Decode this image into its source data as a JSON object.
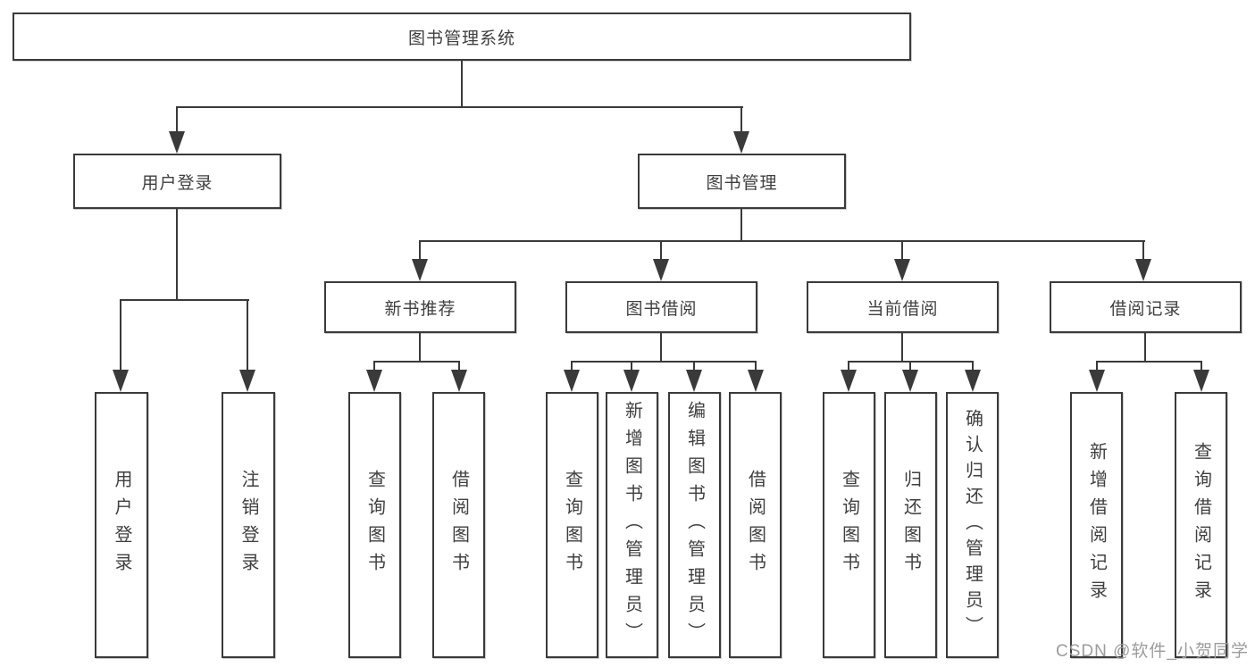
{
  "diagram": {
    "root": {
      "label": "图书管理系统"
    },
    "level2": [
      {
        "label": "用户登录"
      },
      {
        "label": "图书管理"
      }
    ],
    "level3": [
      {
        "label": "新书推荐"
      },
      {
        "label": "图书借阅"
      },
      {
        "label": "当前借阅"
      },
      {
        "label": "借阅记录"
      }
    ],
    "leaves": {
      "user_login": [
        "用户登录",
        "注销登录"
      ],
      "new_books": [
        "查询图书",
        "借阅图书"
      ],
      "book_borrow": [
        "查询图书",
        "新增图书（管理员）",
        "编辑图书（管理员）",
        "借阅图书"
      ],
      "current_borrow": [
        "查询图书",
        "归还图书",
        "确认归还（管理员）"
      ],
      "borrow_records": [
        "新增借阅记录",
        "查询借阅记录"
      ]
    }
  },
  "watermark": {
    "text": "CSDN @软件_小贺同学"
  },
  "colors": {
    "line": "#3a3a3a",
    "text": "#3f3f3f",
    "watermark_text": "#9c9c9c",
    "background": "#ffffff"
  }
}
